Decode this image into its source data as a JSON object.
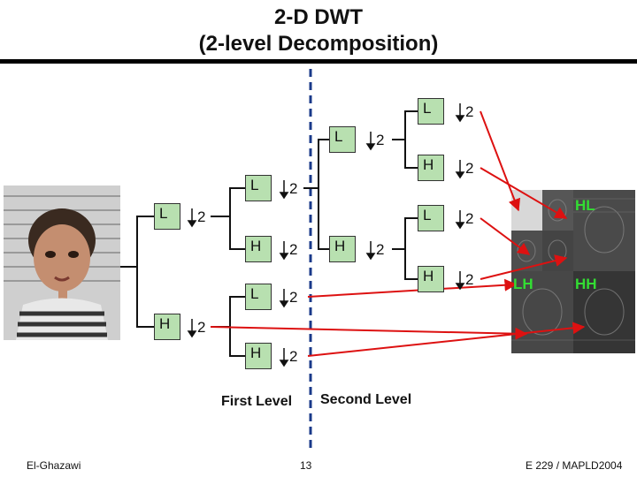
{
  "title": {
    "line1": "2-D DWT",
    "line2": "(2-level Decomposition)"
  },
  "filters": {
    "l1_L": "L",
    "l1_H": "H",
    "l2_LL": "L",
    "l2_LH": "H",
    "l2_HL": "L",
    "l2_HH": "H",
    "l3_LLL": "L",
    "l3_LLH": "H",
    "l4_L1": "L",
    "l4_H1": "H",
    "l4_L2": "L",
    "l4_H2": "H"
  },
  "downsample": "2",
  "subband_labels": {
    "hl": "HL",
    "lh": "LH",
    "hh": "HH"
  },
  "levels": {
    "first": "First Level",
    "second": "Second Level"
  },
  "footer": {
    "author": "El-Ghazawi",
    "page": "13",
    "course": "E 229 / MAPLD2004"
  },
  "colors": {
    "box_fill": "#b8e0b0",
    "arrow": "#dd1111",
    "divider": "#1a3a8a",
    "subband_label": "#33dd33"
  }
}
